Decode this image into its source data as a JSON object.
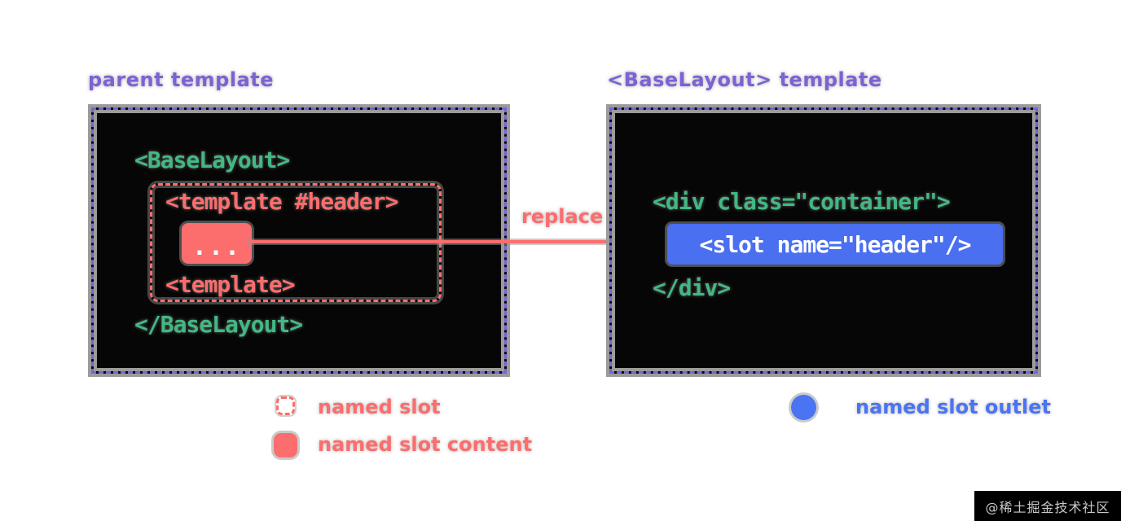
{
  "colors": {
    "purple": "#7d62d4",
    "green": "#42b883",
    "red": "#fc6d6d",
    "blue": "#4a6ff0",
    "box_background": "#060606",
    "page_background": "#ffffff"
  },
  "left_panel": {
    "title": "parent template",
    "code": {
      "open_tag": "<BaseLayout>",
      "template_open_tag": "<template #header>",
      "slot_content_placeholder": "...",
      "template_close_tag": "<template>",
      "close_tag": "</BaseLayout>"
    }
  },
  "arrow": {
    "label": "replace"
  },
  "right_panel": {
    "title": "<BaseLayout> template",
    "code": {
      "div_open_tag": "<div class=\"container\">",
      "slot_tag": "<slot name=\"header\"/>",
      "div_close_tag": "</div>"
    }
  },
  "legend": {
    "named_slot_label": "named slot",
    "named_slot_content_label": "named slot content",
    "named_slot_outlet_label": "named slot outlet"
  },
  "watermark": "@稀土掘金技术社区"
}
